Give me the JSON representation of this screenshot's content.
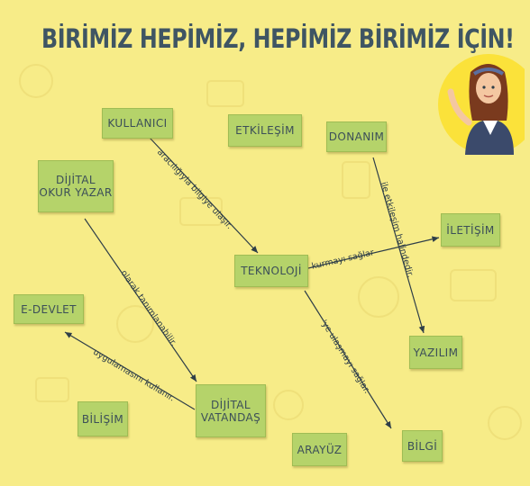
{
  "title": "BİRİMİZ HEPİMİZ, HEPİMİZ BİRİMİZ İÇİN!",
  "nodes": {
    "kullanici": "KULLANICI",
    "etkilesim": "ETKİLEŞİM",
    "donanim": "DONANIM",
    "dijital_okur_yazar": "DİJİTAL\nOKUR YAZAR",
    "iletisim": "İLETİŞİM",
    "teknoloji": "TEKNOLOJİ",
    "e_devlet": "E-DEVLET",
    "yazilim": "YAZILIM",
    "dijital_vatandas": "DİJİTAL\nVATANDAŞ",
    "bilisim": "BİLİŞİM",
    "arayuz": "ARAYÜZ",
    "bilgi": "BİLGİ"
  },
  "edges": {
    "kullanici_teknoloji": "aracılığıyla bilgiye ulaşır.",
    "donanim_yazilim": "ile etkileşim halindedir.",
    "teknoloji_iletisim": "kurmayı sağlar",
    "dijital_okur_vatandas": "olarak tanımlanabilir.",
    "vatandas_edevlet": "uygulamasını kullanır.",
    "teknoloji_bilgi": "'ye ulaşmayı sağlar."
  },
  "colors": {
    "background": "#f7ec88",
    "node_fill": "#b5d36a",
    "title": "#3f5563",
    "avatar_circle": "#fbe23a"
  }
}
